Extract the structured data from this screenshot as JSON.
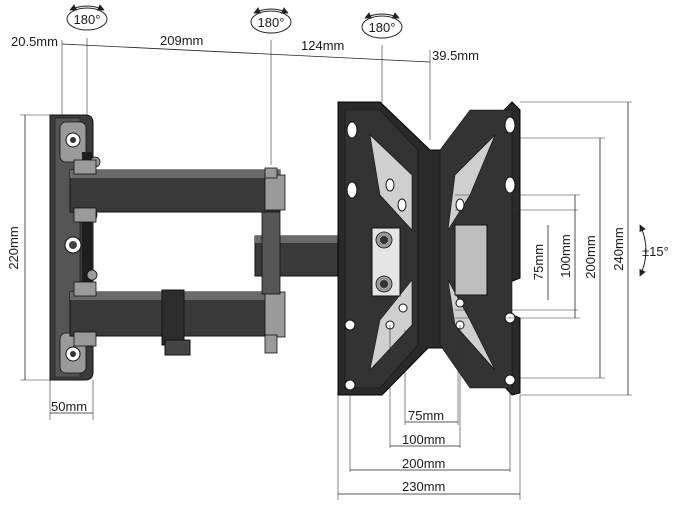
{
  "rotations": [
    {
      "id": "rot-wall",
      "label": "180°"
    },
    {
      "id": "rot-mid",
      "label": "180°"
    },
    {
      "id": "rot-plate",
      "label": "180°"
    }
  ],
  "tilt": {
    "label": "±15°"
  },
  "dimensions": {
    "arm_offset": "20.5mm",
    "arm_length": "209mm",
    "arm_second": "124mm",
    "plate_depth": "39.5mm",
    "wall_height": "220mm",
    "wall_width": "50mm",
    "vesa_75_v": "75mm",
    "vesa_100_v": "100mm",
    "vesa_200_v": "200mm",
    "plate_height": "240mm",
    "vesa_75_h": "75mm",
    "vesa_100_h": "100mm",
    "vesa_200_h": "200mm",
    "plate_width": "230mm"
  },
  "colors": {
    "metal": "#3c3c3c",
    "line": "#222222"
  }
}
